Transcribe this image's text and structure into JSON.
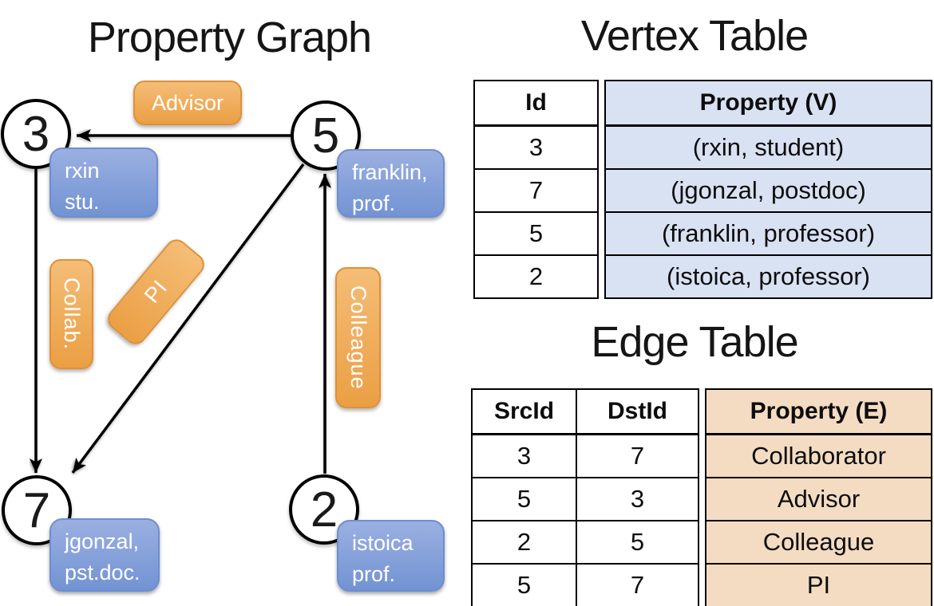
{
  "colors": {
    "edge_label_orange": "#EFA44E",
    "vertex_box_blue": "#7E9CD8",
    "vertex_table_cell_blue": "#D9E2F3",
    "edge_table_cell_tan": "#F4DCC2",
    "line_black": "#000000"
  },
  "graph_panel": {
    "title": "Property Graph",
    "nodes": [
      {
        "id": "3"
      },
      {
        "id": "5"
      },
      {
        "id": "7"
      },
      {
        "id": "2"
      }
    ],
    "vertex_properties": [
      {
        "line1": "rxin",
        "line2": "stu."
      },
      {
        "line1": "franklin,",
        "line2": "prof."
      },
      {
        "line1": "jgonzal,",
        "line2": "pst.doc."
      },
      {
        "line1": "istoica",
        "line2": "prof."
      }
    ],
    "edge_labels": [
      {
        "text": "Advisor"
      },
      {
        "text": "Collab."
      },
      {
        "text": "PI"
      },
      {
        "text": "Colleague"
      }
    ]
  },
  "vertex_table": {
    "title": "Vertex Table",
    "columns": {
      "id": "Id",
      "property": "Property (V)"
    },
    "rows": [
      {
        "id": "3",
        "property": "(rxin, student)"
      },
      {
        "id": "7",
        "property": "(jgonzal, postdoc)"
      },
      {
        "id": "5",
        "property": "(franklin, professor)"
      },
      {
        "id": "2",
        "property": "(istoica, professor)"
      }
    ]
  },
  "edge_table": {
    "title": "Edge Table",
    "columns": {
      "src": "SrcId",
      "dst": "DstId",
      "property": "Property (E)"
    },
    "rows": [
      {
        "src": "3",
        "dst": "7",
        "property": "Collaborator"
      },
      {
        "src": "5",
        "dst": "3",
        "property": "Advisor"
      },
      {
        "src": "2",
        "dst": "5",
        "property": "Colleague"
      },
      {
        "src": "5",
        "dst": "7",
        "property": "PI"
      }
    ]
  }
}
